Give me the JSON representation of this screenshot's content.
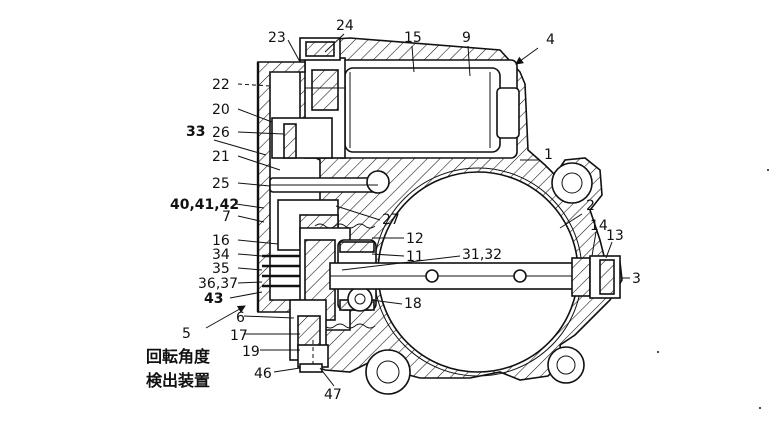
{
  "labels": {
    "l1": "1",
    "l2": "2",
    "l3": "3",
    "l4": "4",
    "l5": "5",
    "l6": "6",
    "l7": "7",
    "l9": "9",
    "l11": "11",
    "l12": "12",
    "l13": "13",
    "l14": "14",
    "l15": "15",
    "l16": "16",
    "l17": "17",
    "l18": "18",
    "l19": "19",
    "l20": "20",
    "l21": "21",
    "l22": "22",
    "l23": "23",
    "l24": "24",
    "l25": "25",
    "l26": "26",
    "l27": "27",
    "l31_32": "31,32",
    "l33": "33",
    "l34": "34",
    "l35": "35",
    "l36_37": "36,37",
    "l40_42": "40,41,42",
    "l43": "43",
    "l46": "46",
    "l47": "47"
  },
  "caption": {
    "line1": "回転角度",
    "line2": "検出装置"
  }
}
